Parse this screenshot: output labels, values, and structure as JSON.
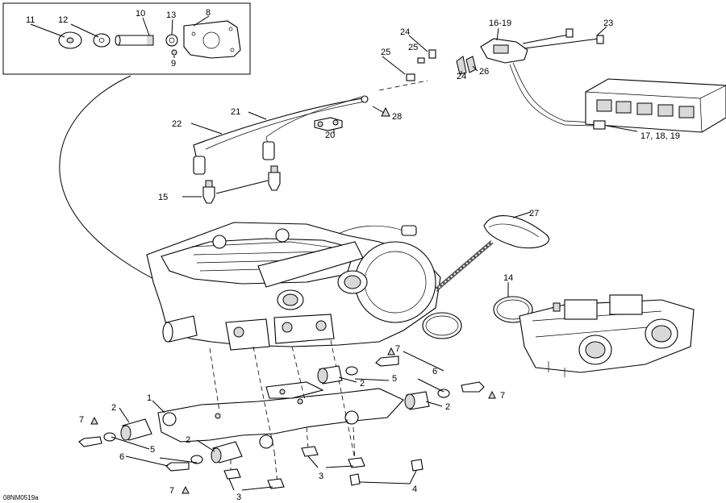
{
  "diagram": {
    "document_code": "08NM0519a",
    "callouts": {
      "c1": "1",
      "c2a": "2",
      "c2b": "2",
      "c2c": "2",
      "c2d": "2",
      "c3a": "3",
      "c3b": "3",
      "c4": "4",
      "c5a": "5",
      "c5b": "5",
      "c6a": "6",
      "c6b": "6",
      "c7a": "7",
      "c7b": "7",
      "c7c": "7",
      "c7d": "7",
      "c8": "8",
      "c9": "9",
      "c10": "10",
      "c11": "11",
      "c12": "12",
      "c13": "13",
      "c14": "14",
      "c15": "15",
      "c16": "16-19",
      "c17": "17, 18, 19",
      "c20": "20",
      "c21": "21",
      "c22": "22",
      "c23": "23",
      "c24a": "24",
      "c24b": "24",
      "c25a": "25",
      "c25b": "25",
      "c26": "26",
      "c27": "27",
      "c28": "28"
    }
  }
}
